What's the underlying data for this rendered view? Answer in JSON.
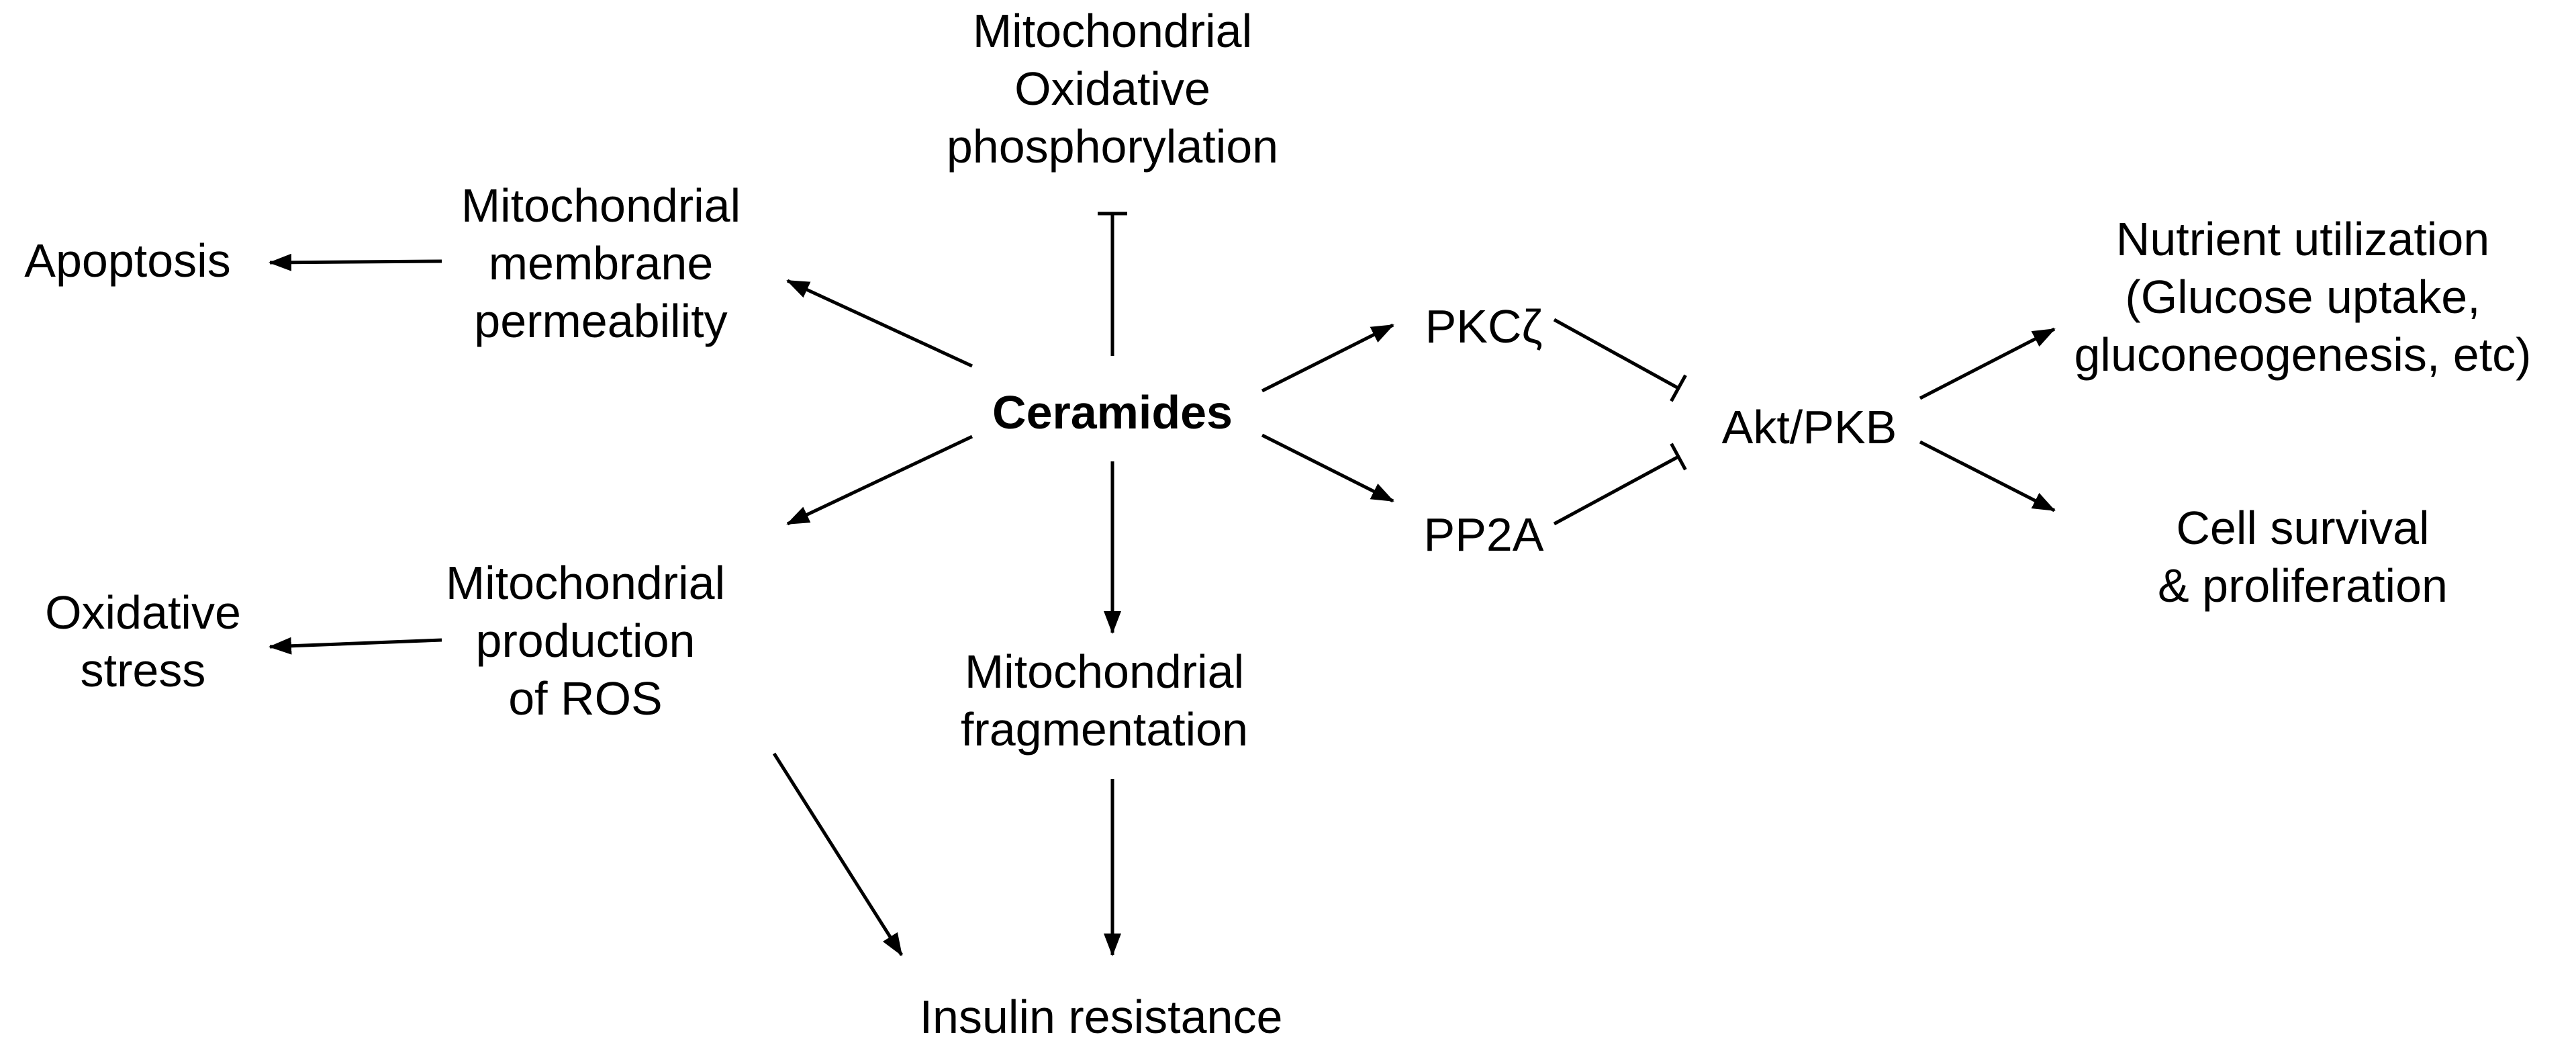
{
  "colors": {
    "background": "#ffffff",
    "ink": "#000000"
  },
  "nodes": {
    "ceramides": [
      "Ceramides"
    ],
    "oxphos": [
      "Mitochondrial",
      "Oxidative",
      "phosphorylation"
    ],
    "membrane": [
      "Mitochondrial",
      "membrane",
      "permeability"
    ],
    "apoptosis": [
      "Apoptosis"
    ],
    "ros": [
      "Mitochondrial",
      "production",
      "of ROS"
    ],
    "oxidative_stress": [
      "Oxidative",
      "stress"
    ],
    "fragmentation": [
      "Mitochondrial",
      "fragmentation"
    ],
    "insulin_resistance": [
      "Insulin resistance"
    ],
    "pkcz": [
      "PKCζ"
    ],
    "pp2a": [
      "PP2A"
    ],
    "akt": [
      "Akt/PKB"
    ],
    "nutrient": [
      "Nutrient utilization",
      "(Glucose uptake,",
      "gluconeogenesis, etc)"
    ],
    "survival": [
      "Cell survival",
      "& proliferation"
    ]
  },
  "edges": [
    {
      "from": "ceramides",
      "to": "oxphos",
      "kind": "inhibit"
    },
    {
      "from": "ceramides",
      "to": "membrane",
      "kind": "activate"
    },
    {
      "from": "membrane",
      "to": "apoptosis",
      "kind": "activate"
    },
    {
      "from": "ceramides",
      "to": "ros",
      "kind": "activate"
    },
    {
      "from": "ros",
      "to": "oxidative_stress",
      "kind": "activate"
    },
    {
      "from": "ceramides",
      "to": "fragmentation",
      "kind": "activate"
    },
    {
      "from": "ros",
      "to": "insulin_resistance",
      "kind": "activate"
    },
    {
      "from": "fragmentation",
      "to": "insulin_resistance",
      "kind": "activate"
    },
    {
      "from": "ceramides",
      "to": "pkcz",
      "kind": "activate"
    },
    {
      "from": "ceramides",
      "to": "pp2a",
      "kind": "activate"
    },
    {
      "from": "pkcz",
      "to": "akt",
      "kind": "inhibit"
    },
    {
      "from": "pp2a",
      "to": "akt",
      "kind": "inhibit"
    },
    {
      "from": "akt",
      "to": "nutrient",
      "kind": "activate"
    },
    {
      "from": "akt",
      "to": "survival",
      "kind": "activate"
    }
  ]
}
